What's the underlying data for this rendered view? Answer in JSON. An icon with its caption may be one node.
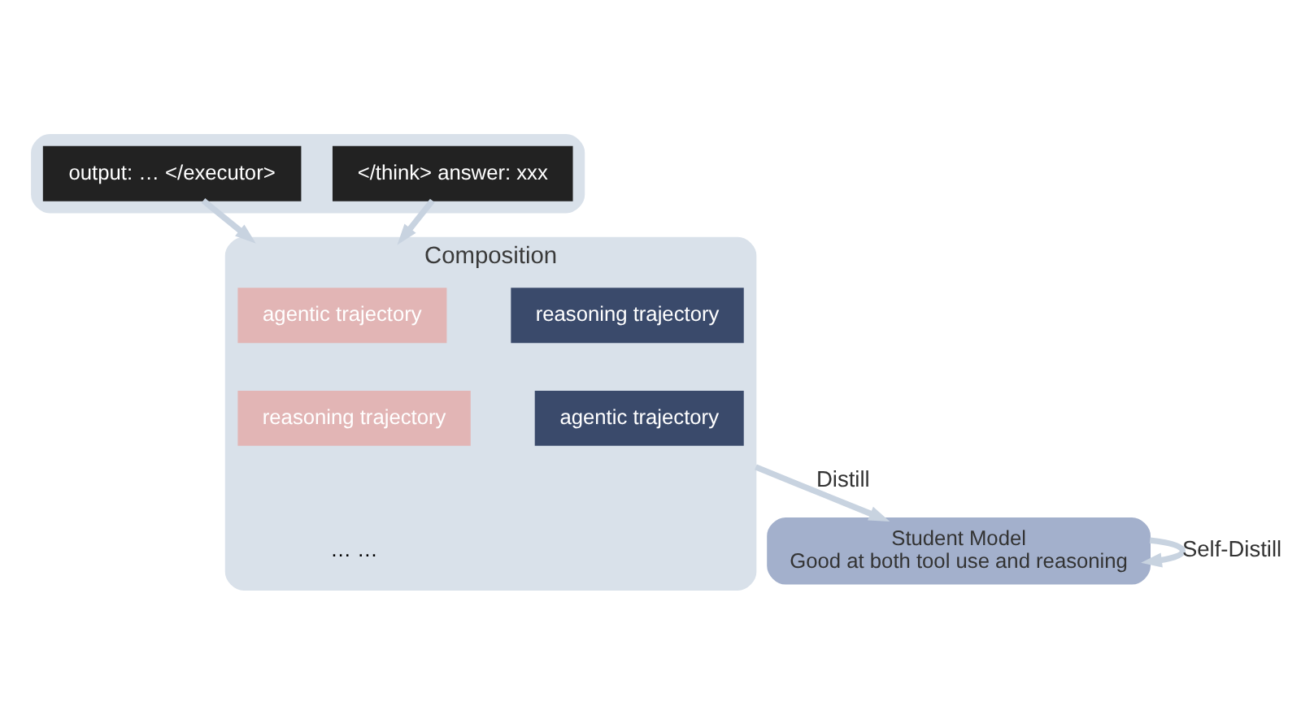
{
  "diagram": {
    "nodes": [
      {
        "text": [],
        "shape": "box"
      },
      {
        "text": [
          "output: … </executor>"
        ],
        "in": 0
      },
      {
        "text": [
          "</think> answer: xxx"
        ],
        "in": 0
      },
      {
        "text": [
          "Composition"
        ]
      },
      {
        "text": [
          "agentic trajectory"
        ],
        "in": 3
      },
      {
        "text": [
          "reasoning trajectory"
        ],
        "in": 3
      },
      {
        "text": [
          "reasoning trajectory"
        ],
        "in": 3
      },
      {
        "text": [
          "agentic trajectory"
        ],
        "in": 3
      },
      {
        "text": [
          "Student Model",
          "Good at both tool use and reasoning"
        ]
      }
    ],
    "edges": [
      {
        "from": 1,
        "to": 3,
        "arrow": "to"
      },
      {
        "from": 2,
        "to": 3,
        "arrow": "to"
      },
      {
        "from": 3,
        "to": 8,
        "label": "Distill",
        "arrow": "to"
      },
      {
        "from": 8,
        "to": 8,
        "label": "Self-Distill",
        "arrow": "to"
      }
    ],
    "labels": [
      "… …"
    ]
  }
}
